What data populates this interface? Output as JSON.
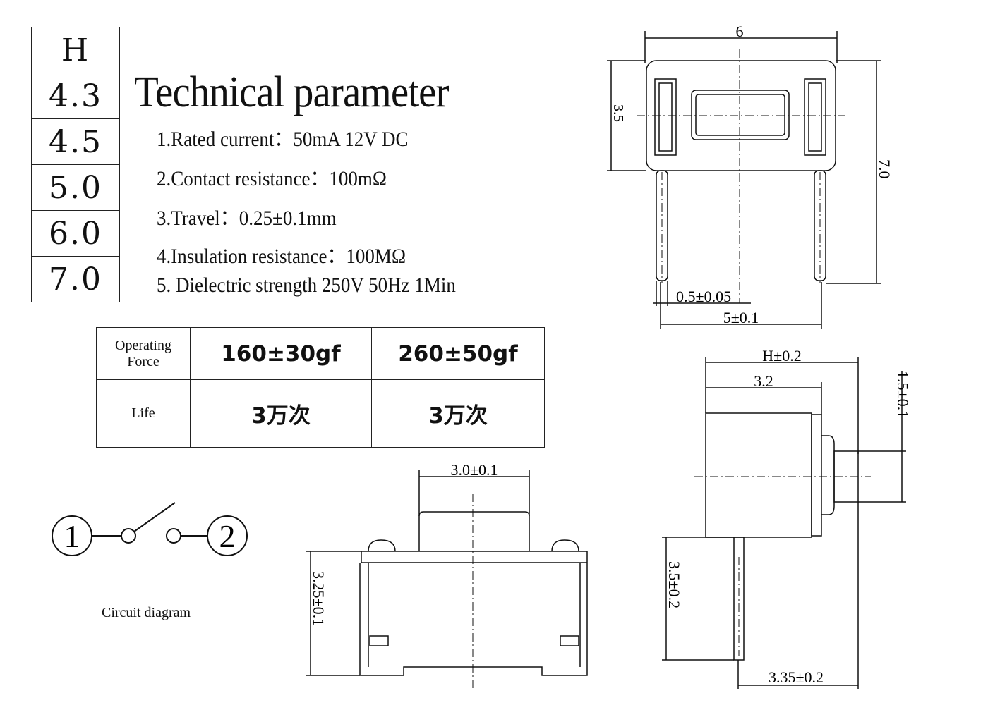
{
  "h_table": {
    "header": "H",
    "values": [
      "4.3",
      "4.5",
      "5.0",
      "6.0",
      "7.0"
    ]
  },
  "title": "Technical parameter",
  "parameters": [
    "1.Rated current：50mA 12V DC",
    "2.Contact resistance：100mΩ",
    "3.Travel：0.25±0.1mm",
    "4.Insulation resistance：100MΩ",
    "5. Dielectric strength 250V 50Hz 1Min"
  ],
  "force_table": {
    "row1_label_line1": "Operating",
    "row1_label_line2": "Force",
    "row1_values": [
      "160±30gf",
      "260±50gf"
    ],
    "row2_label": "Life",
    "row2_values": [
      "3万次",
      "3万次"
    ]
  },
  "circuit": {
    "pin1": "1",
    "pin2": "2",
    "caption": "Circuit diagram"
  },
  "top_view_dims": {
    "width": "6",
    "height_inner": "3.5",
    "total_height": "7.0",
    "pin_width": "0.5±0.05",
    "pin_spacing": "5±0.1"
  },
  "front_view_dims": {
    "actuator_width": "3.0±0.1",
    "body_height": "3.25±0.1"
  },
  "side_view_dims": {
    "height": "H±0.2",
    "body": "3.2",
    "actuator": "1.5±0.1",
    "pin_length": "3.5±0.2",
    "pin_offset": "3.35±0.2"
  }
}
